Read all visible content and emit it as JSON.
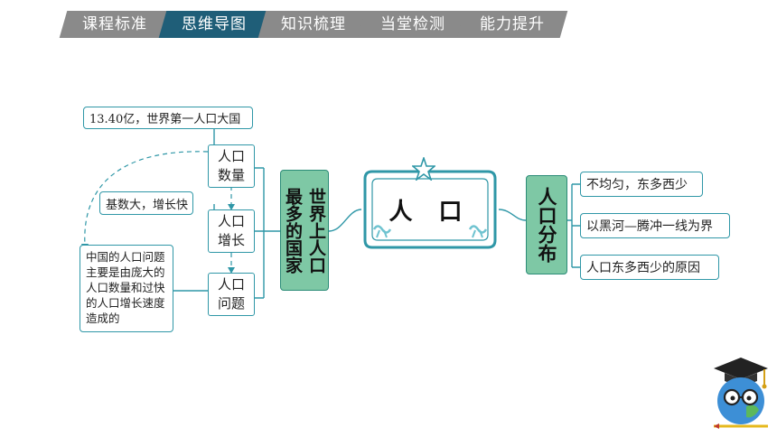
{
  "tabs": [
    "课程标准",
    "思维导图",
    "知识梳理",
    "当堂检测",
    "能力提升"
  ],
  "active_tab": "思维导图",
  "center_title": "人 口",
  "left_branch": {
    "title_lines": [
      "世界上人口",
      "最多的国家"
    ],
    "items": [
      "人口数量",
      "人口增长",
      "人口问题"
    ],
    "notes": [
      "13.40亿，世界第一人口大国",
      "基数大，增长快",
      "中国的人口问题主要是由庞大的人口数量和过快的人口增长速度造成的"
    ]
  },
  "right_branch": {
    "title": "人口分布",
    "items": [
      "不均匀，东多西少",
      "以黑河—腾冲一线为界",
      "人口东多西少的原因"
    ]
  },
  "colors": {
    "tab_gray": "#8a8a8a",
    "tab_active": "#1f5e78",
    "box_border": "#2f97a7",
    "green_fill": "#7ec8a5"
  },
  "icons": [
    "star-icon",
    "ribbon-icon",
    "graduation-globe-icon"
  ]
}
